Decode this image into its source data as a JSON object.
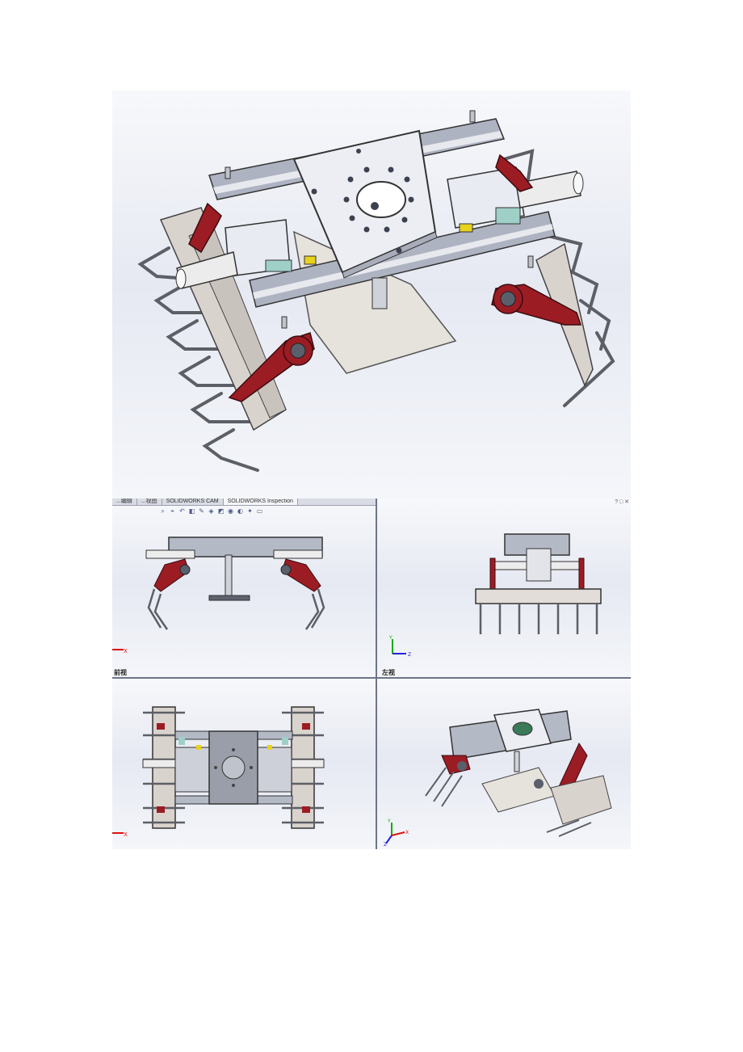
{
  "viewports": {
    "front": {
      "tabs": [
        "...编辑",
        "...视图",
        "SOLIDWORKS CAM",
        "SOLIDWORKS Inspection"
      ],
      "label": "前视"
    },
    "left": {
      "label": "左视",
      "corner_buttons": [
        "?",
        "□",
        "✕"
      ]
    },
    "top": {
      "label": ""
    },
    "iso": {
      "label": ""
    }
  },
  "hud_icons": [
    "zoom-fit-icon",
    "zoom-area-icon",
    "previous-view-icon",
    "section-view-icon",
    "dynamic-annotation-icon",
    "view-orientation-icon",
    "display-style-icon",
    "hide-show-icon",
    "edit-appearance-icon",
    "apply-scene-icon",
    "view-settings-icon"
  ],
  "triad": {
    "x": "X",
    "y": "Y",
    "z": "Z"
  },
  "colors": {
    "background_top": "#f7f8fb",
    "background_mid": "#e6e9f2",
    "frame": "#8c93a8",
    "plate": "#e9ecf2",
    "arm": "#9c1c24",
    "cylinder": "#e8e8e8",
    "bracket": "#9fd0c8",
    "accent": "#e8d21c"
  }
}
